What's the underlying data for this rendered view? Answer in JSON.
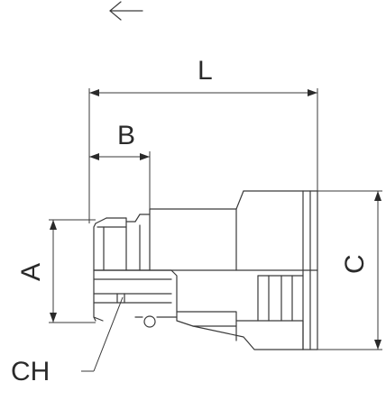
{
  "drawing": {
    "flow_arrow_icon": "arrow-left-icon",
    "dimensions": {
      "L": "L",
      "B": "B",
      "A": "A",
      "C": "C",
      "CH": "CH"
    }
  }
}
